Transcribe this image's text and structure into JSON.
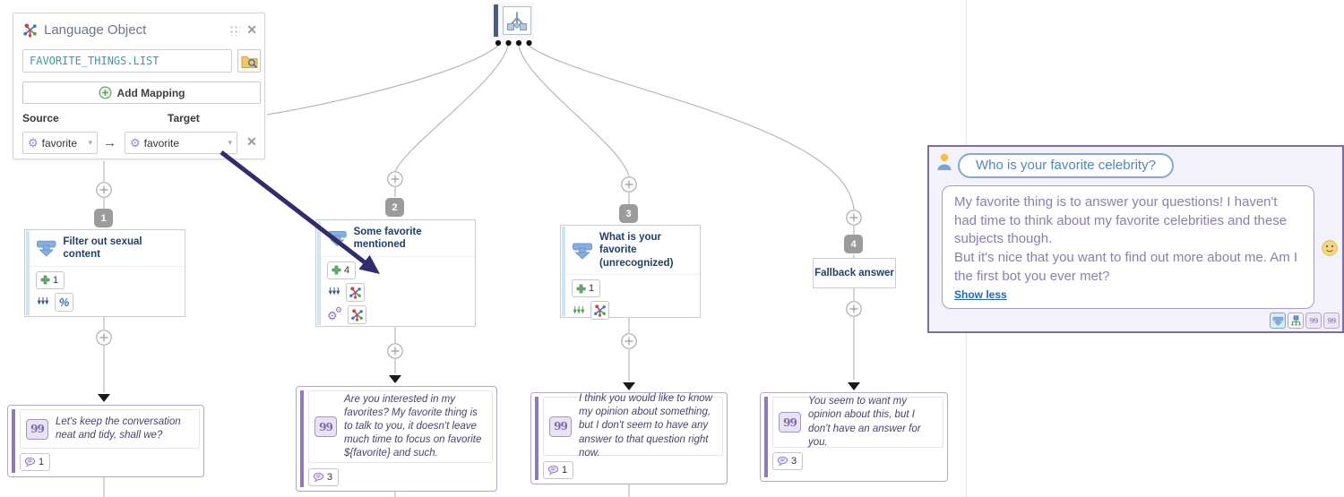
{
  "language_object_panel": {
    "title": "Language Object",
    "object_name": "FAVORITE_THINGS.LIST",
    "add_mapping_label": "Add Mapping",
    "source_label": "Source",
    "target_label": "Target",
    "source_value": "favorite",
    "target_value": "favorite"
  },
  "flow": {
    "branches": [
      {
        "number": "1",
        "node": {
          "title": "Filter out sexual content",
          "match_count": "1"
        },
        "answer": {
          "text": "Let's keep the conversation neat and tidy, shall we?",
          "count": "1"
        }
      },
      {
        "number": "2",
        "node": {
          "title": "Some favorite mentioned",
          "match_count": "4"
        },
        "answer": {
          "text": "Are you interested in my favorites? My favorite thing is to talk to you, it doesn't leave much time to focus on favorite ${favorite} and such.",
          "count": "3"
        }
      },
      {
        "number": "3",
        "node": {
          "title": "What is your favorite (unrecognized)",
          "match_count": "1"
        },
        "answer": {
          "text": "I think you would like to know my opinion about something, but I don't seem to have any answer to that question right now.",
          "count": "1"
        }
      },
      {
        "number": "4",
        "node": {
          "title": "Fallback answer"
        },
        "answer": {
          "text": "You seem to want my opinion about this, but I don't have an answer for you.",
          "count": "3"
        }
      }
    ]
  },
  "chat": {
    "user_question": "Who is your favorite celebrity?",
    "bot_reply_line1": "My favorite thing is to answer your questions! I haven't had time to think about my favorite celebrities and these subjects though.",
    "bot_reply_line2": "But it's nice that you want to find out more about me. Am I the first bot you ever met?",
    "show_less_label": "Show less",
    "quote_glyph": "99"
  },
  "glyphs": {
    "quote": "99",
    "percent": "%",
    "close": "✕",
    "map_arrow": "→",
    "gear": "⚙",
    "chevron_down": "▾"
  },
  "colors": {
    "node_title": "#1f4068",
    "answer_accent": "#8f7bb5",
    "chat_border": "#7b6ba6",
    "bot_text": "#8d7dad",
    "user_text": "#4f86c6",
    "object_name_text": "#3a98a8",
    "highlight_arrow": "#322b6e"
  }
}
